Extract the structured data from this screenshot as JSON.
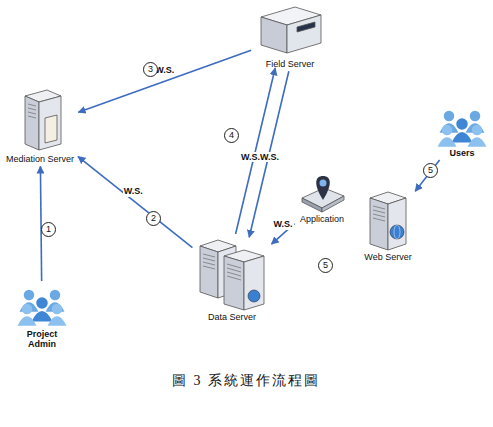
{
  "diagram": {
    "caption": "圖 3 系統運作流程圖",
    "nodes": [
      {
        "text": [
          "Mediation Server"
        ]
      },
      {
        "text": [
          "Field Server"
        ]
      },
      {
        "text": [
          "Users"
        ]
      },
      {
        "text": [
          "Application"
        ]
      },
      {
        "text": [
          "Web Server"
        ]
      },
      {
        "text": [
          "Data Server"
        ]
      },
      {
        "text": [
          "Project Admin"
        ]
      }
    ],
    "edges": [
      {
        "from": 6,
        "to": 0,
        "arrow": "to"
      },
      {
        "from": 5,
        "to": 0,
        "label": "W.S.",
        "arrow": "to"
      },
      {
        "from": 1,
        "to": 0,
        "label": "W.S.",
        "arrow": "to"
      },
      {
        "from": 1,
        "to": 5,
        "arrow": "to"
      },
      {
        "from": 5,
        "to": 1,
        "arrow": "to"
      },
      {
        "from": 2,
        "to": 4,
        "arrow": "to"
      },
      {
        "from": 3,
        "to": 5,
        "label": "W.S.",
        "arrow": "to"
      }
    ],
    "labels": [
      "1",
      "2",
      "3",
      "4",
      "5",
      "5",
      "W.S.W.S."
    ]
  }
}
